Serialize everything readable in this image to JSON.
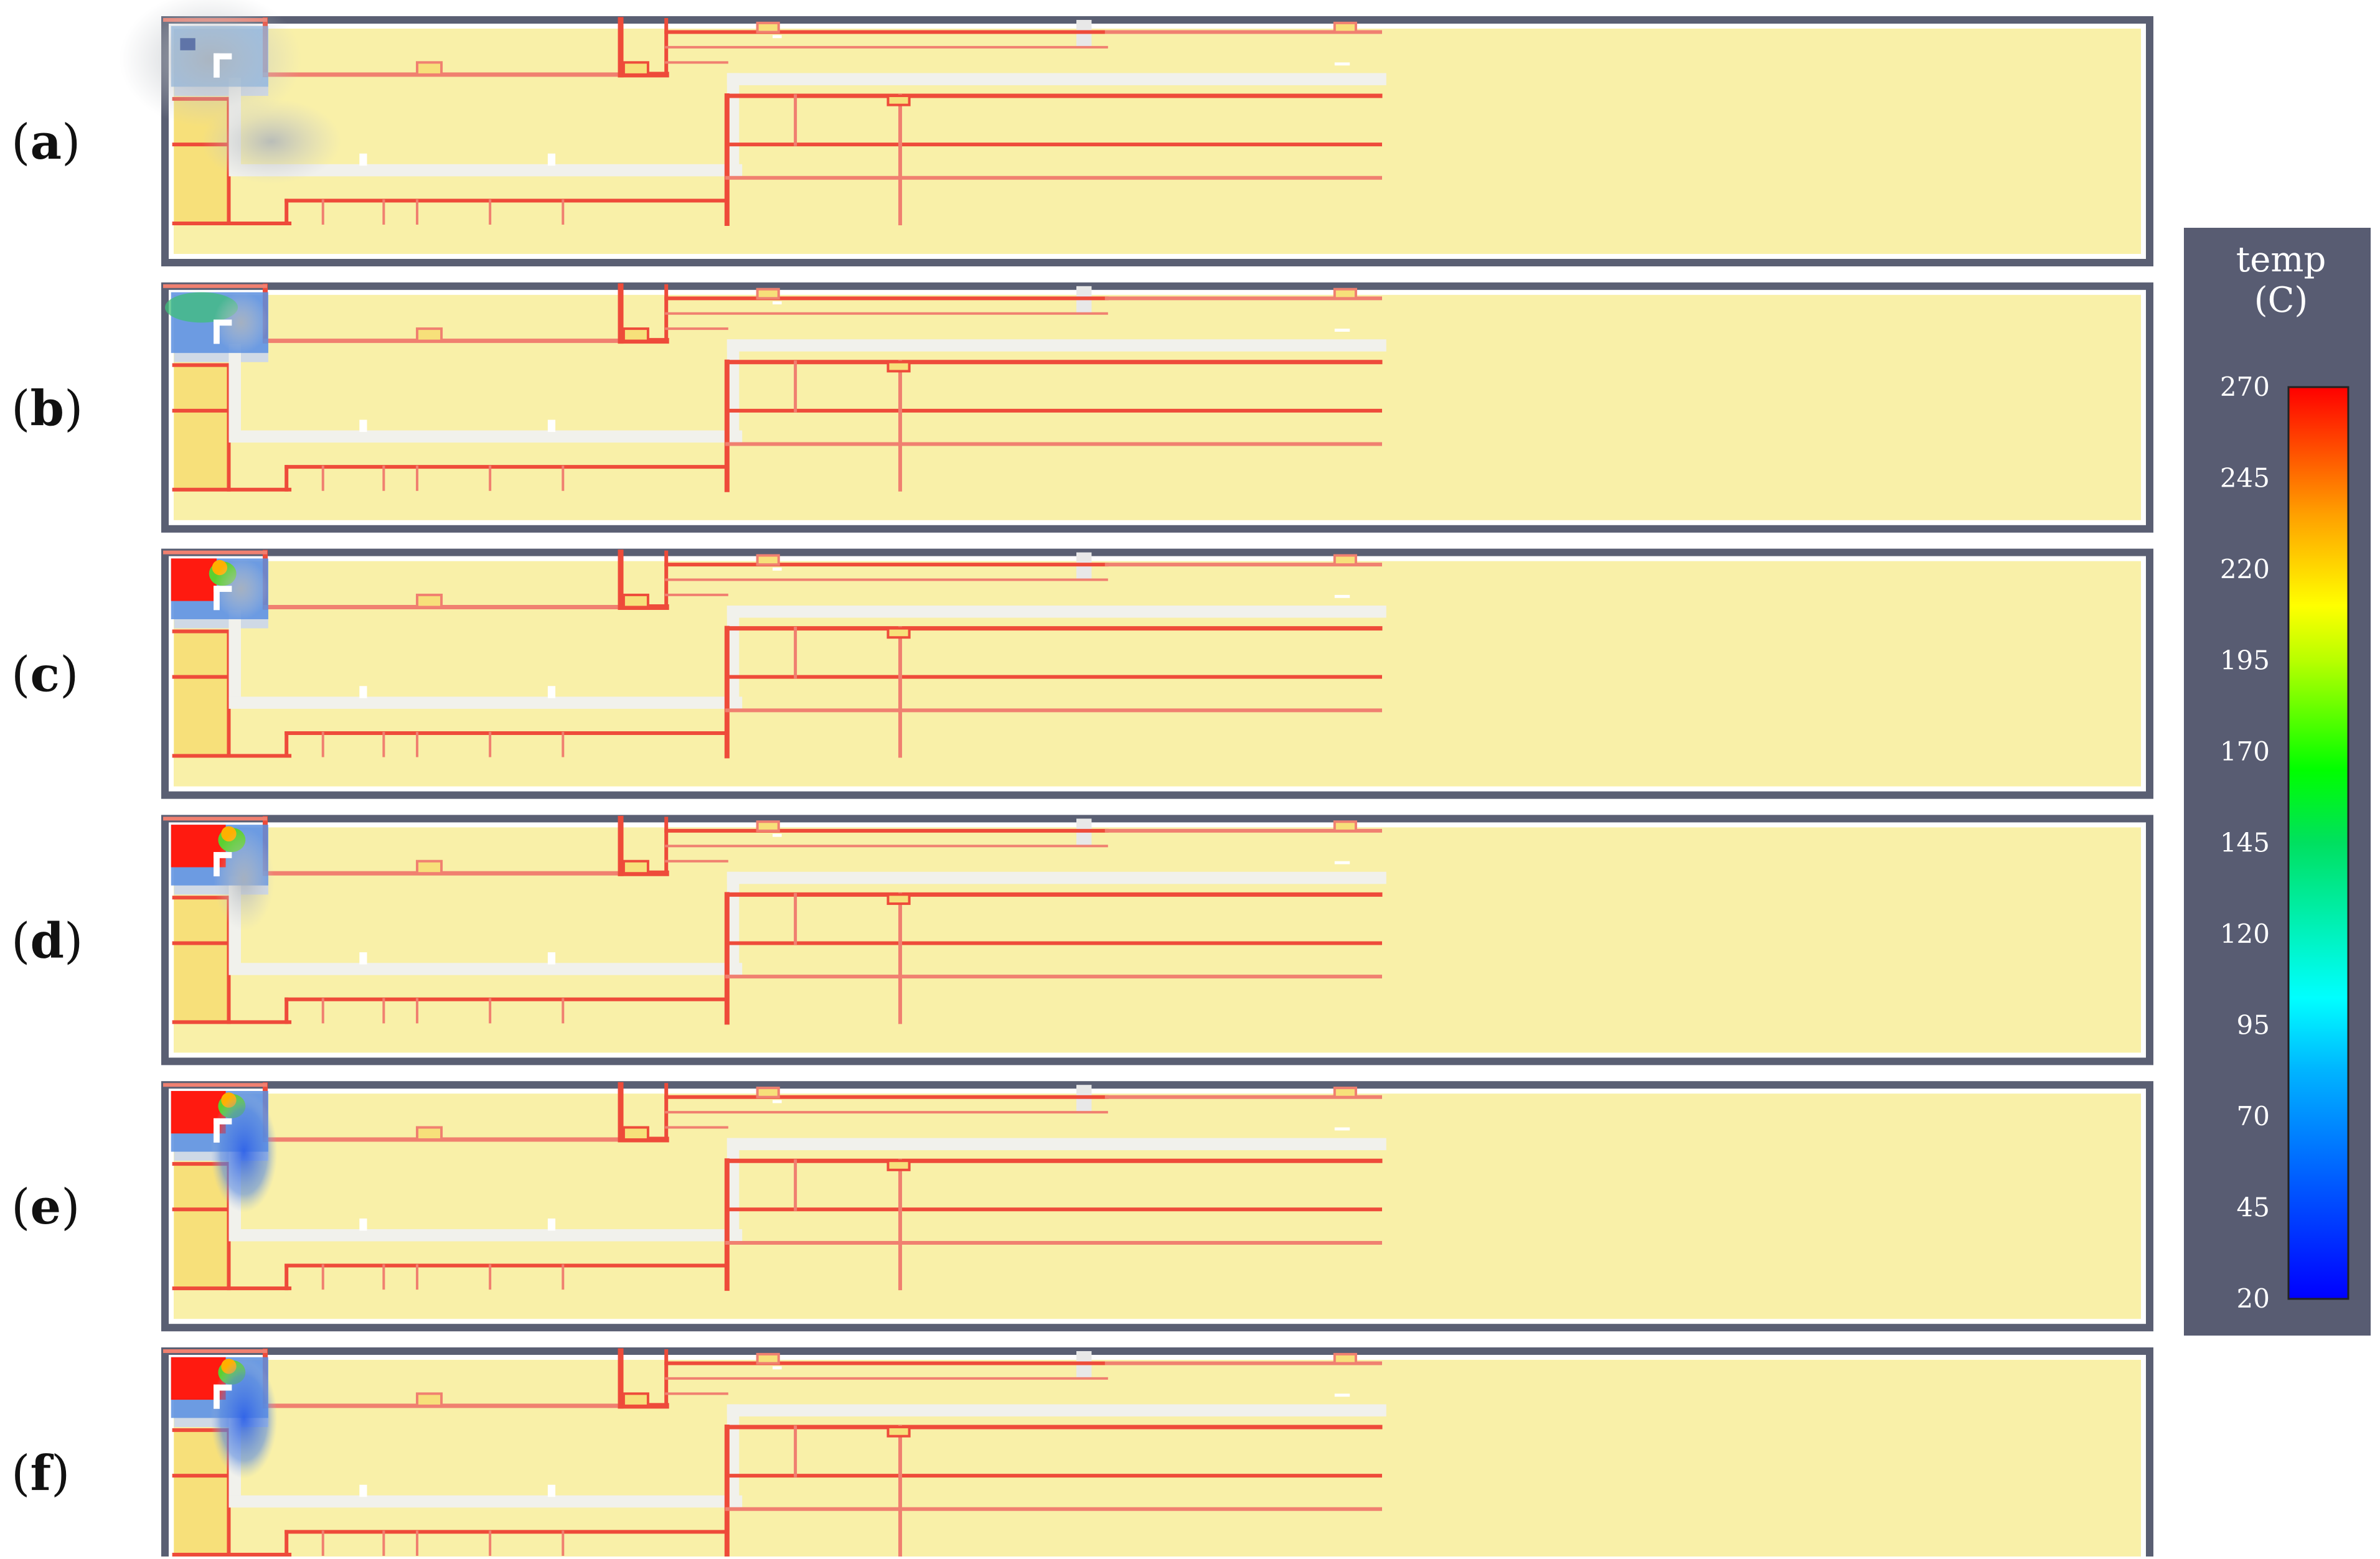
{
  "panels": [
    {
      "label_open": "(",
      "letter": "a",
      "label_close": ")",
      "fire": "none",
      "plume": "early"
    },
    {
      "label_open": "(",
      "letter": "b",
      "label_close": ")",
      "fire": "early",
      "plume": "light"
    },
    {
      "label_open": "(",
      "letter": "c",
      "label_close": ")",
      "fire": "growing",
      "plume": "light"
    },
    {
      "label_open": "(",
      "letter": "d",
      "label_close": ")",
      "fire": "full",
      "plume": "medium"
    },
    {
      "label_open": "(",
      "letter": "e",
      "label_close": ")",
      "fire": "full",
      "plume": "heavy"
    },
    {
      "label_open": "(",
      "letter": "f",
      "label_close": ")",
      "fire": "full",
      "plume": "heavy"
    }
  ],
  "legend": {
    "title": "temp",
    "unit": "(C)",
    "ticks": [
      "270",
      "245",
      "220",
      "195",
      "170",
      "145",
      "120",
      "95",
      "70",
      "45",
      "20"
    ],
    "range": [
      20,
      270
    ]
  },
  "colors": {
    "floor": "#f9f0a8",
    "room_fill": "#f7e07a",
    "wall": "#ee4b3a",
    "wall_light": "#f08070",
    "corridor": "#f1f1ec",
    "frame": "#5a5f73",
    "legend_bg": "#585c72",
    "hot": "#ff1a10",
    "cold": "#2a55ea",
    "smoke": "#b4b8bd"
  }
}
